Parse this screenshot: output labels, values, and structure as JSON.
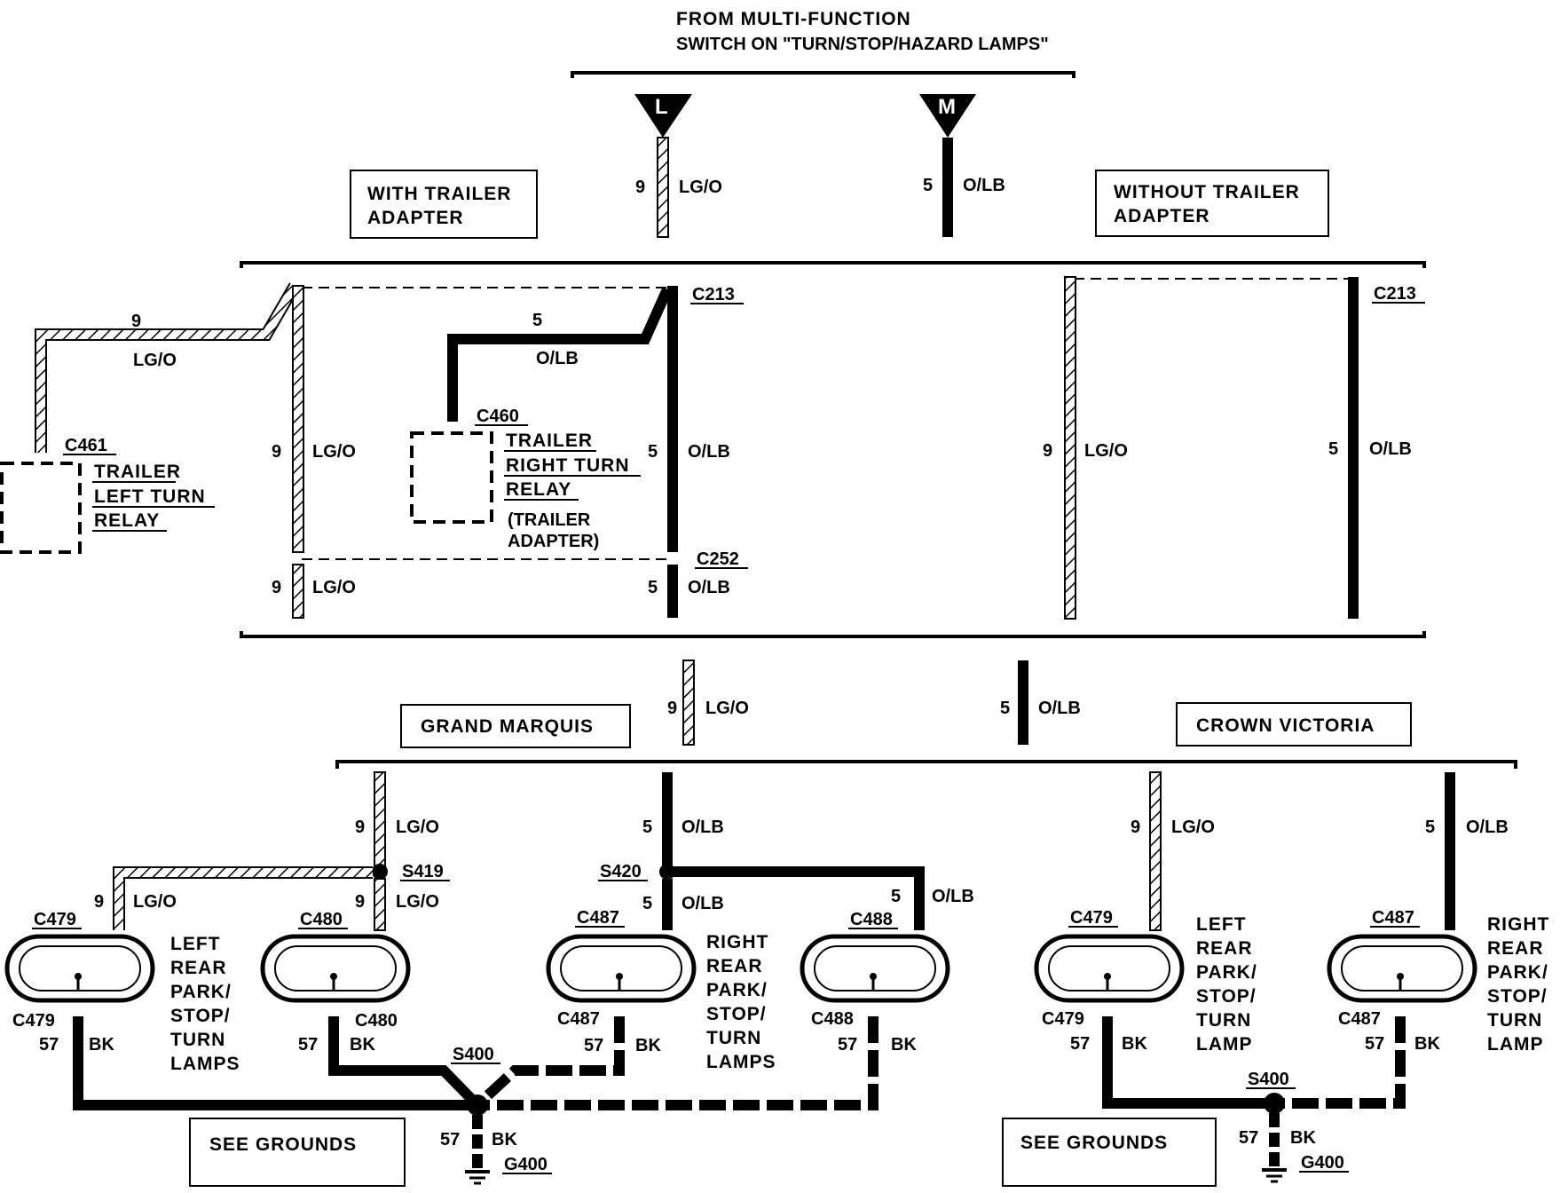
{
  "header": {
    "line1": "FROM MULTI-FUNCTION",
    "line2": "SWITCH ON \"TURN/STOP/HAZARD LAMPS\""
  },
  "terminals": {
    "left": "L",
    "right": "M"
  },
  "boxes": {
    "with_trailer": [
      "WITH TRAILER",
      "ADAPTER"
    ],
    "without_trailer": [
      "WITHOUT TRAILER",
      "ADAPTER"
    ],
    "grand_marquis": "GRAND MARQUIS",
    "crown_victoria": "CROWN VICTORIA",
    "see_grounds_1": "SEE GROUNDS",
    "see_grounds_2": "SEE GROUNDS"
  },
  "wires": {
    "lgo": {
      "circuit": "9",
      "color": "LG/O"
    },
    "olb": {
      "circuit": "5",
      "color": "O/LB"
    },
    "bk": {
      "circuit": "57",
      "color": "BK"
    }
  },
  "connectors": {
    "c213": "C213",
    "c252": "C252",
    "c460": "C460",
    "c461": "C461",
    "c479": "C479",
    "c480": "C480",
    "c487": "C487",
    "c488": "C488"
  },
  "splices": {
    "s419": "S419",
    "s420": "S420",
    "s400": "S400"
  },
  "grounds": {
    "g400": "G400"
  },
  "components": {
    "trailer_left": [
      "TRAILER",
      "LEFT TURN",
      "RELAY"
    ],
    "trailer_right": [
      "TRAILER",
      "RIGHT TURN",
      "RELAY"
    ],
    "trailer_adapter_note": [
      "(TRAILER",
      "ADAPTER)"
    ],
    "gm_left_lamps": [
      "LEFT",
      "REAR",
      "PARK/",
      "STOP/",
      "TURN",
      "LAMPS"
    ],
    "gm_right_lamps": [
      "RIGHT",
      "REAR",
      "PARK/",
      "STOP/",
      "TURN",
      "LAMPS"
    ],
    "cv_left_lamp": [
      "LEFT",
      "REAR",
      "PARK/",
      "STOP/",
      "TURN",
      "LAMP"
    ],
    "cv_right_lamp": [
      "RIGHT",
      "REAR",
      "PARK/",
      "STOP/",
      "TURN",
      "LAMP"
    ]
  },
  "colors": {
    "ink": "#000000",
    "paper": "#ffffff"
  }
}
